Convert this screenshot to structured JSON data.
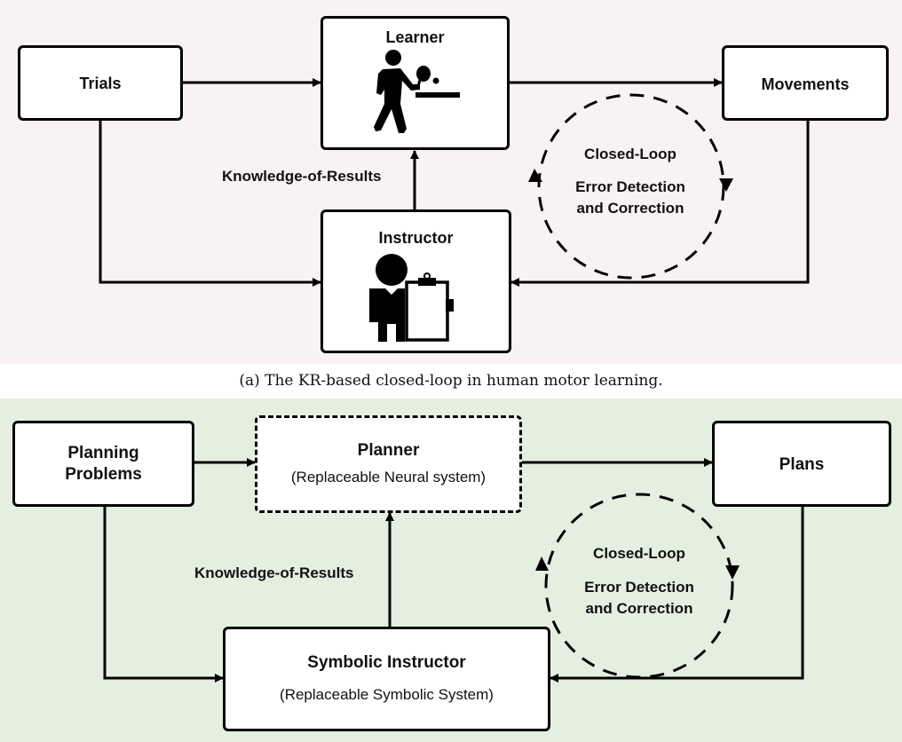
{
  "panel_a": {
    "background": "#f8f2f2",
    "boxes": {
      "trials": "Trials",
      "learner": "Learner",
      "movements": "Movements",
      "instructor": "Instructor"
    },
    "edge_label": "Knowledge-of-Results",
    "loop": {
      "title": "Closed-Loop",
      "line1": "Error Detection",
      "line2": "and Correction"
    },
    "icons": [
      "table-tennis-player-icon",
      "instructor-clipboard-icon"
    ],
    "caption": "(a) The KR-based closed-loop in human motor learning."
  },
  "panel_b": {
    "background": "#e4efe0",
    "boxes": {
      "planning_problems_line1": "Planning",
      "planning_problems_line2": "Problems",
      "planner": "Planner",
      "planner_sub": "(Replaceable Neural system)",
      "plans": "Plans",
      "symbolic_instructor": "Symbolic Instructor",
      "symbolic_instructor_sub": "(Replaceable Symbolic System)"
    },
    "edge_label": "Knowledge-of-Results",
    "loop": {
      "title": "Closed-Loop",
      "line1": "Error Detection",
      "line2": "and Correction"
    }
  }
}
